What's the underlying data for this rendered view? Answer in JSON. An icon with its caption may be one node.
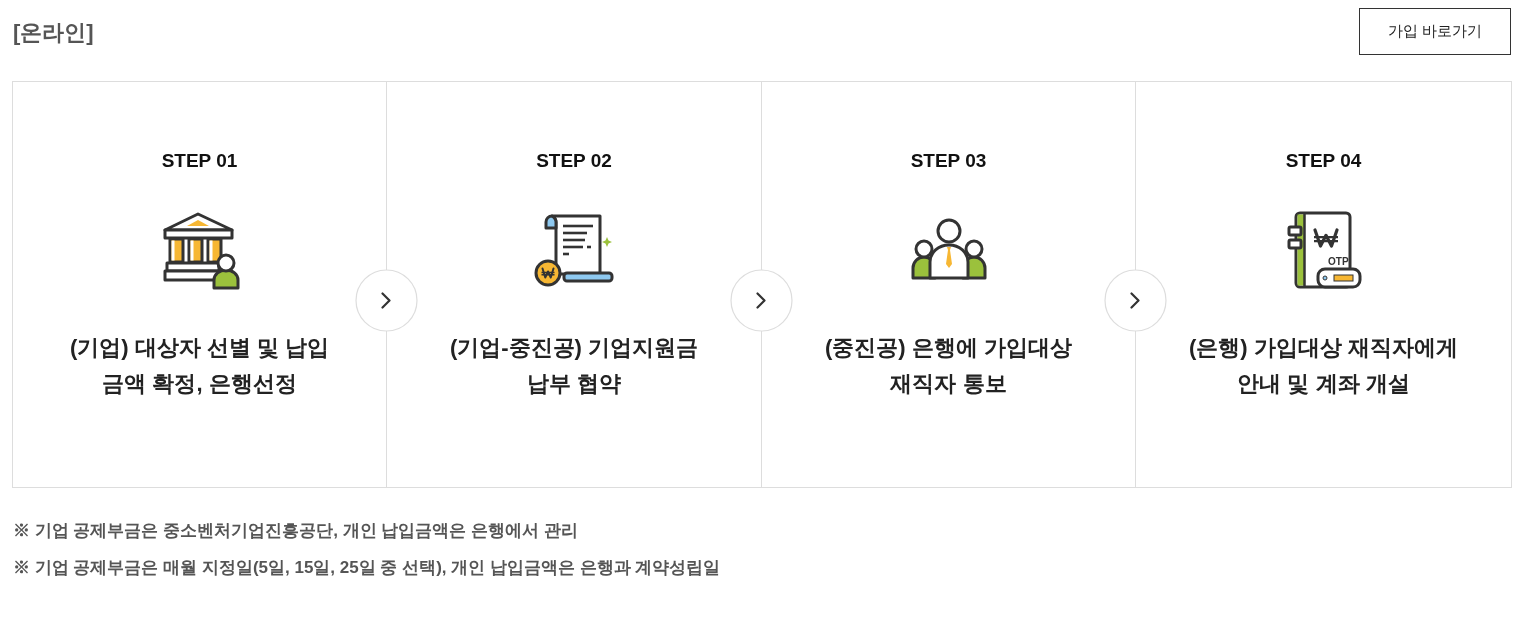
{
  "diagram": {
    "title": "[온라인]",
    "nodes": [
      {
        "text": [
          "가입 바로가기"
        ]
      },
      {
        "text": [
          "STEP 01",
          "(기업) 대상자 선별 및 납입 금액 확정, 은행선정"
        ]
      },
      {
        "text": [
          "STEP 02",
          "(기업-중진공) 기업지원금 납부 협약"
        ]
      },
      {
        "text": [
          "STEP 03",
          "(중진공) 은행에 가입대상 재직자 통보"
        ]
      },
      {
        "text": [
          "STEP 04",
          "(은행) 가입대상 재직자에게 안내 및 계좌 개설"
        ]
      }
    ],
    "edges": [
      {
        "from": 1,
        "to": 2,
        "arrow": "to"
      },
      {
        "from": 2,
        "to": 3,
        "arrow": "to"
      },
      {
        "from": 3,
        "to": 4,
        "arrow": "to"
      }
    ],
    "labels": [
      "OTP",
      "※ 기업 공제부금은 중소벤처기업진흥공단, 개인 납입금액은 은행에서 관리",
      "※ 기업 공제부금은 매월 지정일(5일, 15일, 25일 중 선택), 개인 납입금액은 은행과 계약성립일"
    ]
  }
}
